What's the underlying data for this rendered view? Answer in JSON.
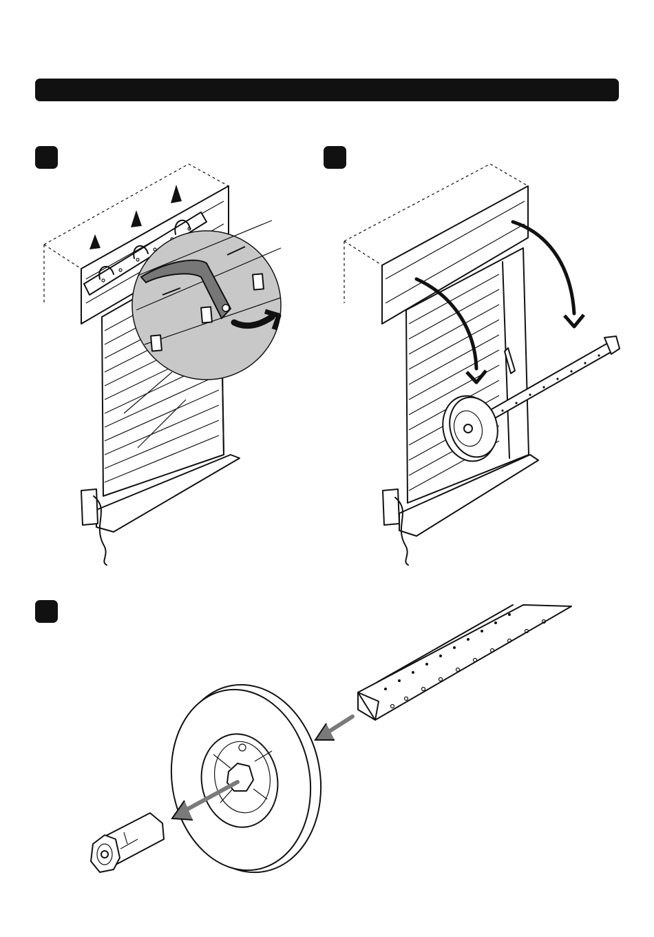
{
  "page": {
    "background": "#ffffff",
    "bar_color": "#111111",
    "zoom_circle_color": "#c8c8c8",
    "arrow_dark": "#1a1a1a",
    "arrow_gray": "#7a7a7a"
  },
  "steps": [
    {
      "icon": "step-1-badge",
      "illustration": "step-1-remove-shutter-illustration"
    },
    {
      "icon": "step-2-badge",
      "illustration": "step-2-take-out-axle-illustration"
    },
    {
      "icon": "step-3-badge",
      "illustration": "step-3-dismantle-pulley-illustration"
    }
  ]
}
